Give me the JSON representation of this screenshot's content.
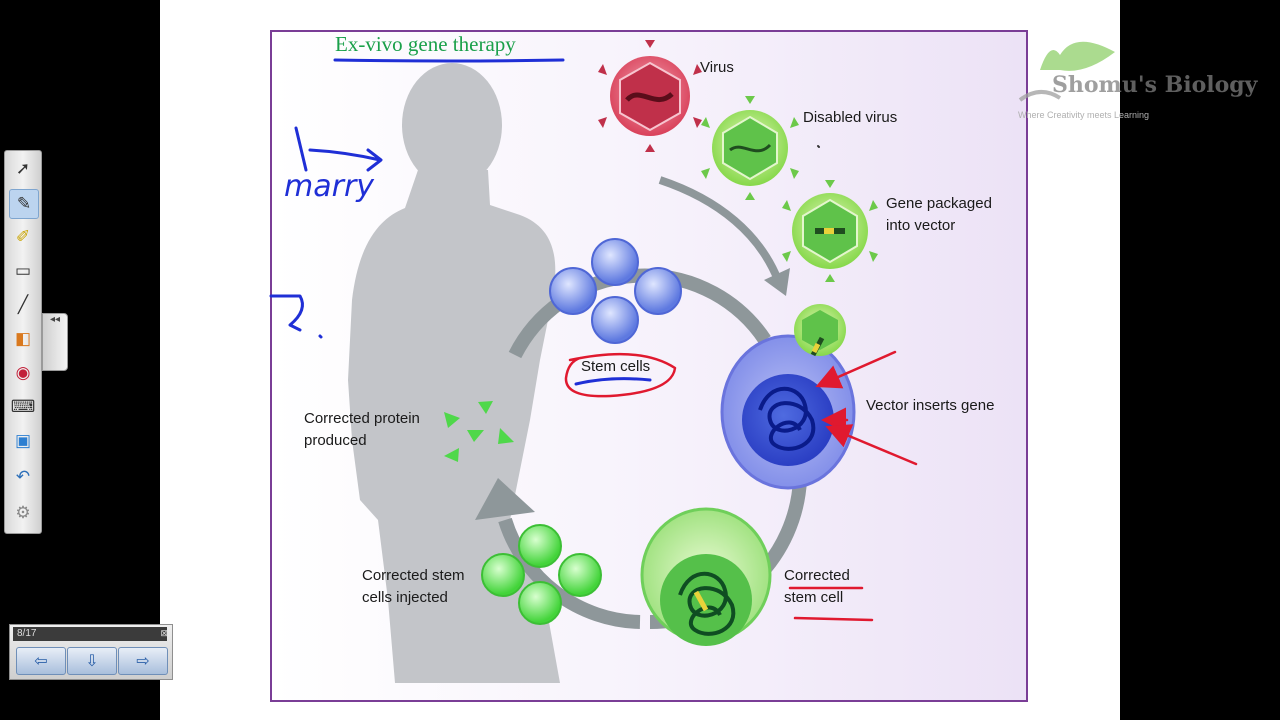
{
  "slide": {
    "title": "Ex-vivo gene therapy",
    "labels": {
      "virus": "Virus",
      "disabled_virus": "Disabled virus",
      "gene_packaged_line1": "Gene packaged",
      "gene_packaged_line2": "into vector",
      "vector_inserts_gene": "Vector inserts gene",
      "stem_cells": "Stem cells",
      "corrected_protein_line1": "Corrected protein",
      "corrected_protein_line2": "produced",
      "corrected_stem_cell_line1": "Corrected",
      "corrected_stem_cell_line2": "stem cell",
      "corrected_injected_line1": "Corrected stem",
      "corrected_injected_line2": "cells injected"
    },
    "handwriting": {
      "marry": "marry",
      "number_one": "i",
      "number_two": "2."
    }
  },
  "watermark": {
    "brand": "Shomu's Biology",
    "tagline": "Where Creativity meets Learning"
  },
  "toolbar": {
    "tools": [
      {
        "name": "select-icon",
        "glyph": "➚"
      },
      {
        "name": "pen-icon",
        "glyph": "✎"
      },
      {
        "name": "highlighter-icon",
        "glyph": "✐"
      },
      {
        "name": "eraser-icon",
        "glyph": "▭"
      },
      {
        "name": "line-icon",
        "glyph": "╱"
      },
      {
        "name": "shapes-icon",
        "glyph": "◧"
      },
      {
        "name": "fill-icon",
        "glyph": "◉"
      },
      {
        "name": "keyboard-icon",
        "glyph": "⌨"
      },
      {
        "name": "notes-icon",
        "glyph": "▣"
      },
      {
        "name": "undo-icon",
        "glyph": "↶"
      },
      {
        "name": "settings-icon",
        "glyph": "⚙"
      }
    ],
    "handle_glyph": "◂◂"
  },
  "pager": {
    "count": "8/17",
    "close": "⊠",
    "prev": "⇦",
    "menu": "⇩",
    "next": "⇨"
  },
  "colors": {
    "frame": "#7a3d96",
    "title": "#1aa04a",
    "ink_blue": "#1f2fd6",
    "ink_red": "#e0192f",
    "virus_red": "#d9415a",
    "vector_green": "#86d84a",
    "stem_blue": "#6a86e6",
    "cycle_gray": "#8e979a"
  }
}
